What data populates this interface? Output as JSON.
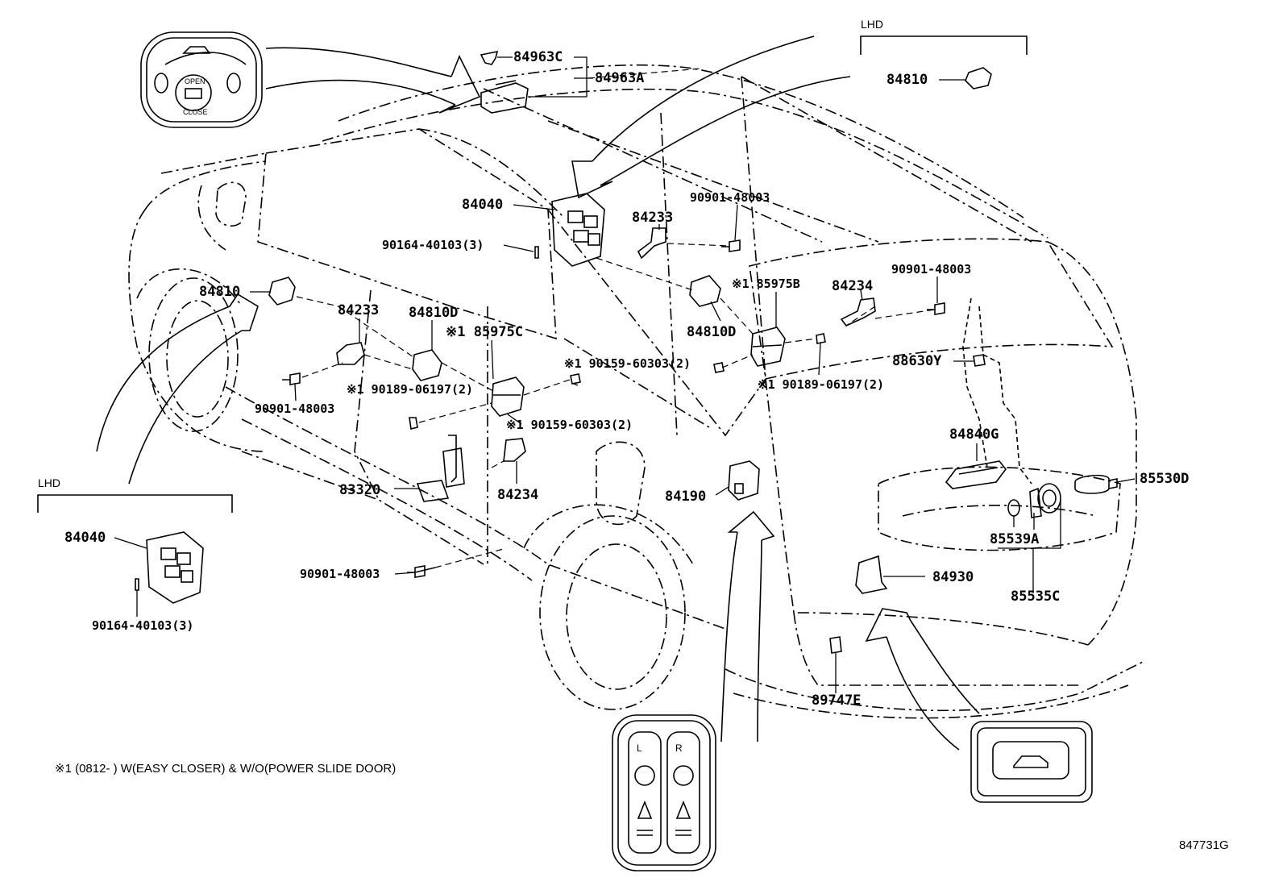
{
  "diagram_id": "847731G",
  "footnote": "※1 (0812-      )  W(EASY CLOSER) & W/O(POWER SLIDE DOOR)",
  "lhd_top": "LHD",
  "lhd_left": "LHD",
  "switch_panel_left": {
    "open": "OPEN",
    "close": "CLOSE"
  },
  "switch_panel_bottom": {
    "left_letter": "L",
    "right_letter": "R"
  },
  "parts": {
    "p84963C": "84963C",
    "p84963A": "84963A",
    "p84810_top": "84810",
    "p84040_top": "84040",
    "p90901_a": "90901-48003",
    "p84233_a": "84233",
    "p90164_a": "90164-40103(3)",
    "p84810_left": "84810",
    "p84233_b": "84233",
    "p84810D_a": "84810D",
    "p185975C": "※1 85975C",
    "p185975B": "※1 85975B",
    "p84234_a": "84234",
    "p90901_b": "90901-48003",
    "p84810D_b": "84810D",
    "p190159_a": "※1 90159-60303(2)",
    "p190189_a": "※1 90189-06197(2)",
    "p88630Y": "88630Y",
    "p190189_b": "※1 90189-06197(2)",
    "p90901_c": "90901-48003",
    "p190159_b": "※1 90159-60303(2)",
    "p84840G": "84840G",
    "p85530D": "85530D",
    "p83320": "83320",
    "p84234_b": "84234",
    "p84190": "84190",
    "p85539A": "85539A",
    "p84040_lhd": "84040",
    "p90901_d": "90901-48003",
    "p84930": "84930",
    "p85535C": "85535C",
    "p90164_b": "90164-40103(3)",
    "p89747E": "89747E"
  }
}
